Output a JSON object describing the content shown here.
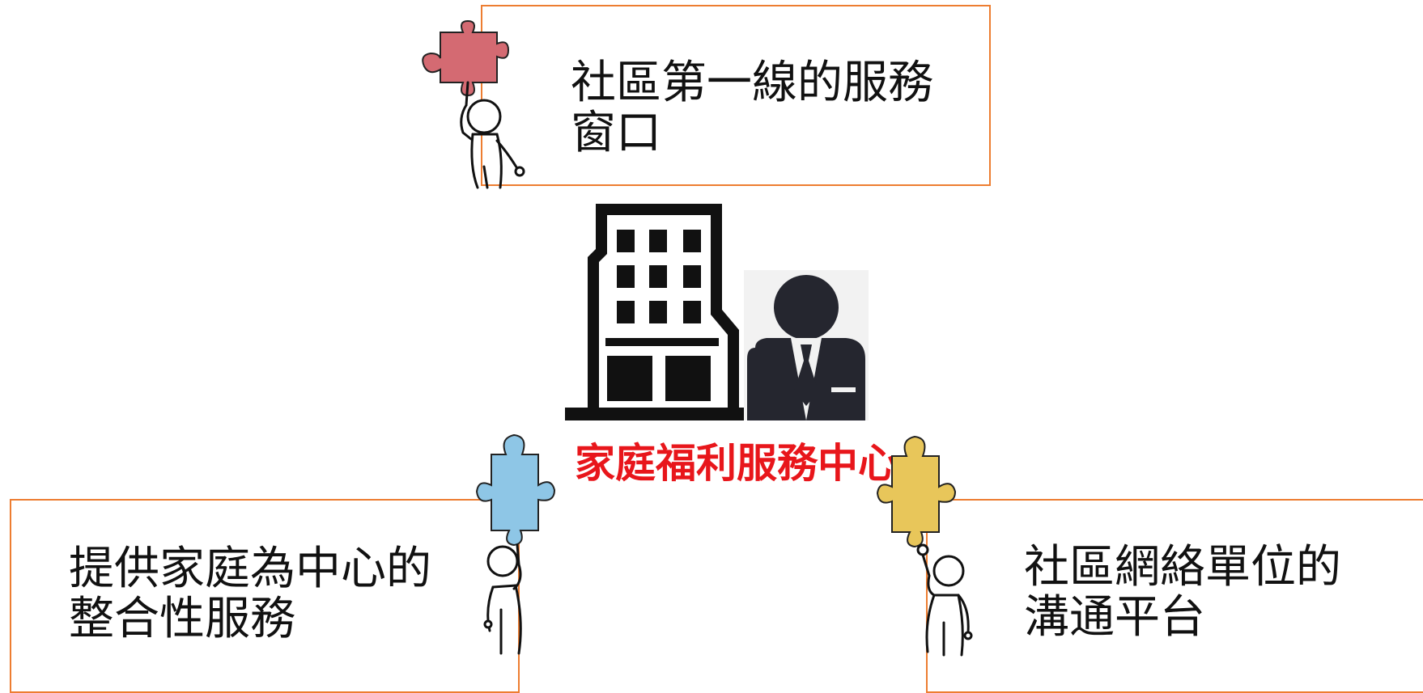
{
  "center": {
    "title": "家庭福利服務中心"
  },
  "boxes": {
    "top": {
      "line1": "社區第一線的服務",
      "line2": "窗口"
    },
    "left": {
      "line1": "提供家庭為中心的",
      "line2": "整合性服務"
    },
    "right": {
      "line1": "社區網絡單位的",
      "line2": "溝通平台"
    }
  },
  "colors": {
    "box_border": "#ED7D31",
    "title": "#E8161B",
    "puzzle_top": "#D46A72",
    "puzzle_left": "#8EC6E6",
    "puzzle_right": "#E8C65A",
    "icon_dark": "#25262F"
  },
  "icons": [
    "building-icon",
    "businessman-icon",
    "puzzle-person-icon"
  ]
}
